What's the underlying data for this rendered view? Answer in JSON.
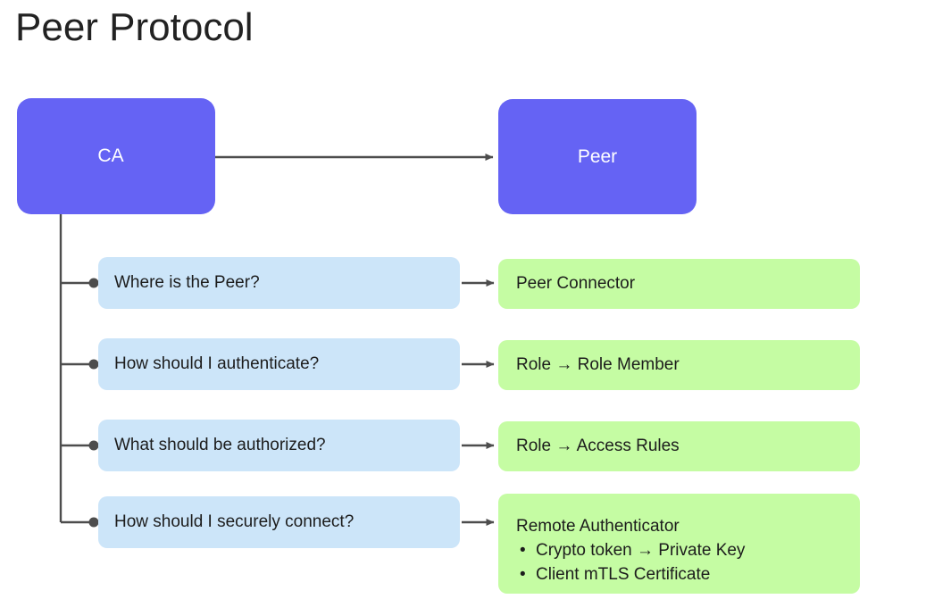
{
  "page": {
    "title": "Peer Protocol",
    "background_color": "#ffffff"
  },
  "colors": {
    "actor_fill": "#6563F4",
    "actor_text": "#ffffff",
    "question_fill": "#CCE5F9",
    "answer_fill": "#C5FCA3",
    "body_text": "#1c1c1c",
    "connector": "#4d4d4d",
    "title_text": "#222222"
  },
  "actors": {
    "ca": {
      "label": "CA"
    },
    "peer": {
      "label": "Peer"
    }
  },
  "rows": [
    {
      "question": "Where is the Peer?",
      "answer": {
        "title": "Peer Connector",
        "items": []
      }
    },
    {
      "question": "How should I authenticate?",
      "answer": {
        "title": "Role → Role Member",
        "items": []
      }
    },
    {
      "question": "What should be authorized?",
      "answer": {
        "title": "Role → Access Rules",
        "items": []
      }
    },
    {
      "question": "How should I securely connect?",
      "answer": {
        "title": "Remote Authenticator",
        "items": [
          "Crypto token → Private Key",
          "Client mTLS Certificate"
        ]
      }
    }
  ]
}
